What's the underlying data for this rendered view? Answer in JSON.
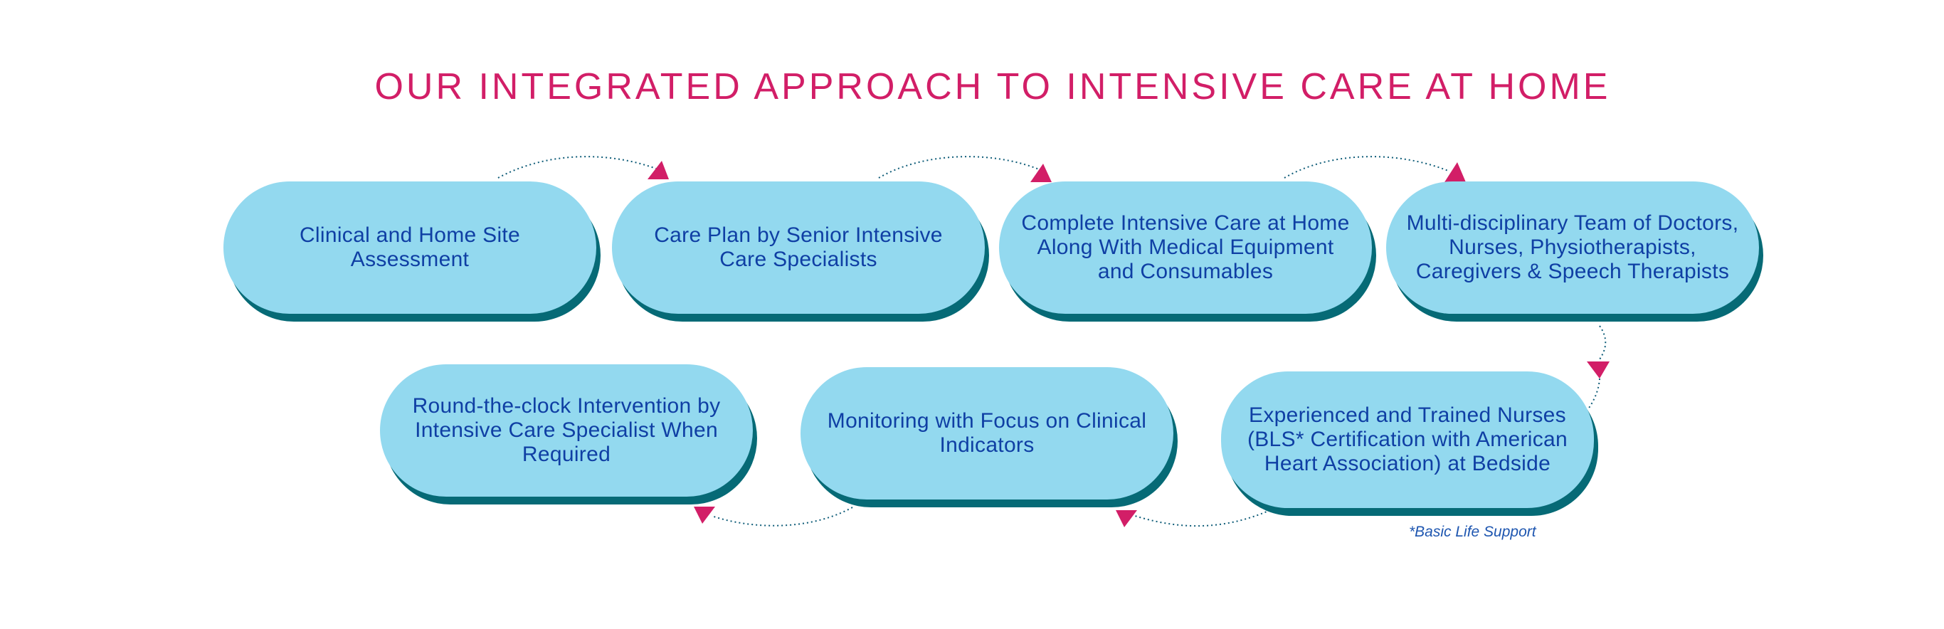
{
  "title": "OUR INTEGRATED APPROACH TO INTENSIVE CARE AT HOME",
  "colors": {
    "title": "#d21e67",
    "pill_fill": "#93d9ef",
    "pill_shadow": "#066a76",
    "pill_text": "#0f3fa4",
    "arrow": "#d21e67",
    "connector": "#0e5c78"
  },
  "steps": [
    {
      "text": "Clinical and Home Site Assessment"
    },
    {
      "text": "Care Plan by Senior Intensive Care Specialists"
    },
    {
      "text": "Complete Intensive Care at Home Along With Medical Equipment and Consumables"
    },
    {
      "text": "Multi-disciplinary Team of Doctors, Nurses, Physiotherapists, Caregivers & Speech Therapists"
    },
    {
      "text": "Experienced and Trained Nurses (BLS* Certification with American Heart Association) at Bedside"
    },
    {
      "text": "Monitoring with Focus on Clinical Indicators"
    },
    {
      "text": "Round-the-clock Intervention by Intensive Care Specialist When Required"
    }
  ],
  "footnote": "*Basic Life Support"
}
